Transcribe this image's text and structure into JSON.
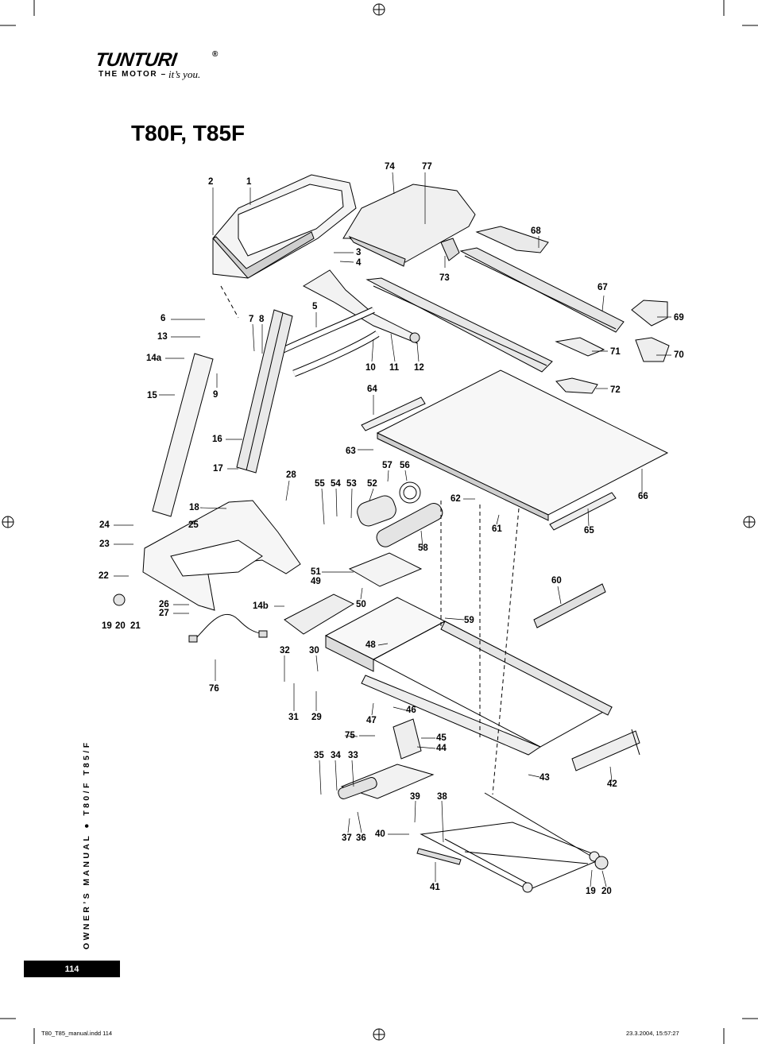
{
  "brand": {
    "logo": "TUNTURI",
    "registered": "®",
    "tagline": "THE MOTOR –",
    "tagline_italic": "it’s you."
  },
  "title": "T80F, T85F",
  "sidebar_text": "OWNER’S MANUAL ● T80/F T85/F",
  "page_number": "114",
  "footer": {
    "file": "T80_T85_manual.indd   114",
    "timestamp": "23.3.2004, 15:57:27"
  },
  "part_labels": [
    "1",
    "2",
    "3",
    "4",
    "5",
    "6",
    "7",
    "8",
    "9",
    "10",
    "11",
    "12",
    "13",
    "14a",
    "14b",
    "15",
    "16",
    "17",
    "18",
    "19",
    "20",
    "21",
    "22",
    "23",
    "24",
    "25",
    "26",
    "27",
    "28",
    "29",
    "30",
    "31",
    "32",
    "33",
    "34",
    "35",
    "36",
    "37",
    "38",
    "39",
    "40",
    "41",
    "42",
    "43",
    "44",
    "45",
    "46",
    "47",
    "48",
    "49",
    "50",
    "51",
    "52",
    "53",
    "54",
    "55",
    "56",
    "57",
    "58",
    "59",
    "60",
    "61",
    "62",
    "63",
    "64",
    "65",
    "66",
    "67",
    "68",
    "69",
    "70",
    "71",
    "72",
    "73",
    "74",
    "75",
    "76",
    "77",
    "19",
    "20"
  ]
}
